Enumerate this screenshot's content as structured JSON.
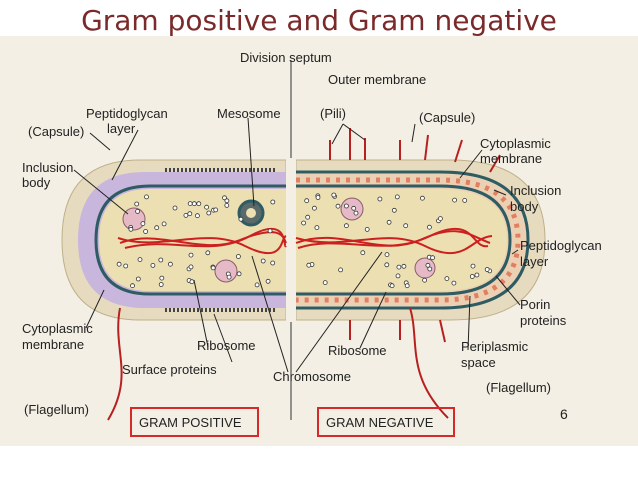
{
  "title": "Gram positive and Gram negative",
  "page_number": "6",
  "labels": {
    "division_septum": "Division septum",
    "outer_membrane": "Outer membrane",
    "peptidoglycan_left_1": "Peptidoglycan",
    "peptidoglycan_left_2": "layer",
    "mesosome": "Mesosome",
    "pili": "(Pili)",
    "capsule_right": "(Capsule)",
    "capsule_left": "(Capsule)",
    "cytoplasmic_right_1": "Cytoplasmic",
    "cytoplasmic_right_2": "membrane",
    "inclusion_left_1": "Inclusion",
    "inclusion_left_2": "body",
    "inclusion_right_1": "Inclusion",
    "inclusion_right_2": "body",
    "peptidoglycan_right_1": "Peptidoglycan",
    "peptidoglycan_right_2": "layer",
    "porin_1": "Porin",
    "porin_2": "proteins",
    "cytoplasmic_left_1": "Cytoplasmic",
    "cytoplasmic_left_2": "membrane",
    "ribosome_left": "Ribosome",
    "ribosome_right": "Ribosome",
    "periplasmic_1": "Periplasmic",
    "periplasmic_2": "space",
    "surface_proteins": "Surface proteins",
    "chromosome": "Chromosome",
    "flagellum_right": "(Flagellum)",
    "flagellum_left": "(Flagellum)",
    "gram_positive": "GRAM POSITIVE",
    "gram_negative": "GRAM NEGATIVE"
  },
  "colors": {
    "title": "#7a2a2a",
    "capsule": "#e9dcc0",
    "peptidoglycan": "#c9b8dc",
    "cytoplasm": "#ede2b6",
    "membrane": "#2f5c63",
    "chromosome": "#cc2020",
    "flagellum": "#b82020",
    "box_outline": "#d62a2a"
  }
}
